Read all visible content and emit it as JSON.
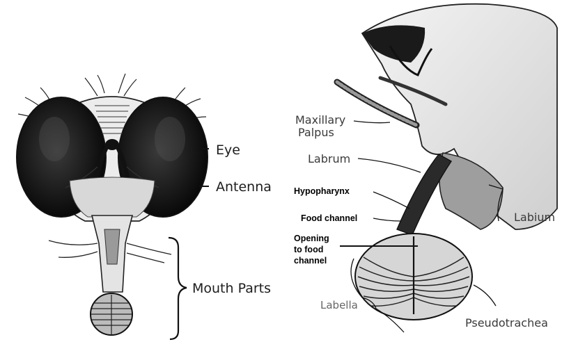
{
  "left_labels": {
    "eye": "Eye",
    "antenna": "Antenna",
    "mouth_parts": "Mouth Parts"
  },
  "right_labels": {
    "maxillary_line1": "Maxillary",
    "maxillary_line2": "Palpus",
    "labrum": "Labrum",
    "hypopharynx": "Hypopharynx",
    "food_channel": "Food channel",
    "opening_line1": "Opening",
    "opening_line2": "to food",
    "opening_line3": "channel",
    "labium": "Labium",
    "labella": "Labella",
    "pseudotrachea": "Pseudotrachea"
  }
}
